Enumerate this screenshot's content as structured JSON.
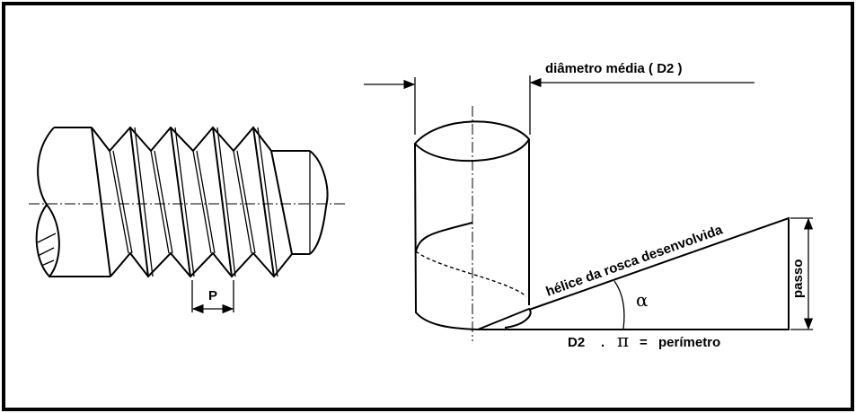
{
  "screw": {
    "pitch_label": "P"
  },
  "helix": {
    "mean_diameter_label": "diâmetro média ( D2 )",
    "helix_label": "hélice da rosca desenvolvida",
    "lead_label": "passo",
    "angle_symbol": "α",
    "perimeter_lhs": "D2",
    "perimeter_dot": ".",
    "perimeter_pi": "π",
    "perimeter_eq": "=",
    "perimeter_rhs": "perímetro"
  }
}
